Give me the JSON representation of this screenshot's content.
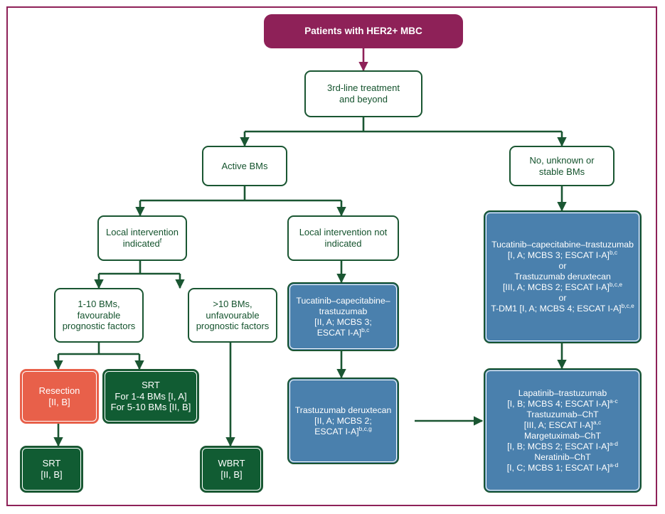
{
  "figure": {
    "border_color": "#8E2158",
    "background": "#ffffff"
  },
  "palette": {
    "header_magenta": "#8E2158",
    "outline_green": "#1A5632",
    "filled_green": "#115C33",
    "blue": "#4A80AD",
    "orange": "#E8604A",
    "text_green": "#14532D",
    "text_white": "#ffffff"
  },
  "nodes": {
    "header": {
      "id": "patients-her2-mbc",
      "label": "Patients with HER2+ MBC",
      "style": "header"
    },
    "third_line": {
      "id": "third-line-treatment",
      "line1": "3rd-line treatment",
      "line2": "and beyond",
      "style": "outline"
    },
    "active_bms": {
      "id": "active-bms",
      "label": "Active BMs",
      "style": "outline"
    },
    "no_unknown_stable": {
      "id": "no-unknown-stable-bms",
      "line1": "No, unknown or",
      "line2": "stable BMs",
      "style": "outline"
    },
    "local_indicated": {
      "id": "local-intervention-indicated",
      "line1": "Local intervention",
      "line2": "indicated",
      "sup": "f",
      "style": "outline"
    },
    "local_not_indicated": {
      "id": "local-intervention-not-indicated",
      "line1": "Local intervention not",
      "line2": "indicated",
      "style": "outline"
    },
    "bms_1_10": {
      "id": "bms-1-10-favourable",
      "line1": "1-10 BMs,",
      "line2": "favourable",
      "line3": "prognostic factors",
      "style": "outline"
    },
    "bms_gt10": {
      "id": "bms-over-10-unfavourable",
      "line1": ">10 BMs,",
      "line2": "unfavourable",
      "line3": "prognostic factors",
      "style": "outline"
    },
    "resection": {
      "id": "resection",
      "line1": "Resection",
      "line2": "[II, B]",
      "style": "orange"
    },
    "srt_multi": {
      "id": "srt-for-bms",
      "line1": "SRT",
      "line2": "For 1-4 BMs [I, A]",
      "line3": "For 5-10 BMs [II, B]",
      "style": "green"
    },
    "srt_after_resection": {
      "id": "srt-after-resection",
      "line1": "SRT",
      "line2": "[II, B]",
      "style": "green"
    },
    "wbrt": {
      "id": "wbrt",
      "line1": "WBRT",
      "line2": "[II, B]",
      "style": "green"
    },
    "tucatinib_mid": {
      "id": "tucatinib-capecitabine-trastuzumab-active",
      "line1": "Tucatinib–capecitabine–",
      "line2": "trastuzumab",
      "line3": "[II, A; MCBS 3;",
      "line4": "ESCAT I-A]",
      "sup4": "b,c",
      "style": "blue"
    },
    "tdxd_mid": {
      "id": "trastuzumab-deruxtecan-active",
      "line1": "Trastuzumab deruxtecan",
      "line2": "[II, A; MCBS 2;",
      "line3": "ESCAT I-A]",
      "sup3": "b,c,g",
      "style": "blue"
    },
    "right_first": {
      "id": "right-first-line-options",
      "rows": [
        {
          "text": "Tucatinib–capecitabine–trastuzumab",
          "sup": ""
        },
        {
          "text": "[I, A; MCBS 3; ESCAT I-A]",
          "sup": "b,c"
        },
        {
          "text": "or",
          "sup": ""
        },
        {
          "text": "Trastuzumab deruxtecan",
          "sup": ""
        },
        {
          "text": "[III, A; MCBS 2; ESCAT I-A]",
          "sup": "b,c,e"
        },
        {
          "text": "or",
          "sup": ""
        },
        {
          "text": "T-DM1 [I, A; MCBS 4; ESCAT I-A]",
          "sup": "b,c,e"
        }
      ],
      "style": "blue"
    },
    "right_second": {
      "id": "right-second-line-options",
      "rows": [
        {
          "text": "Lapatinib–trastuzumab",
          "sup": ""
        },
        {
          "text": "[I, B; MCBS 4; ESCAT I-A]",
          "sup": "a-c"
        },
        {
          "text": "Trastuzumab–ChT",
          "sup": ""
        },
        {
          "text": "[III, A; ESCAT I-A]",
          "sup": "a,c"
        },
        {
          "text": "Margetuximab–ChT",
          "sup": ""
        },
        {
          "text": "[I, B; MCBS 2; ESCAT I-A]",
          "sup": "a-d"
        },
        {
          "text": "Neratinib–ChT",
          "sup": ""
        },
        {
          "text": "[I, C; MCBS 1; ESCAT I-A]",
          "sup": "a-d"
        }
      ],
      "style": "blue"
    }
  }
}
